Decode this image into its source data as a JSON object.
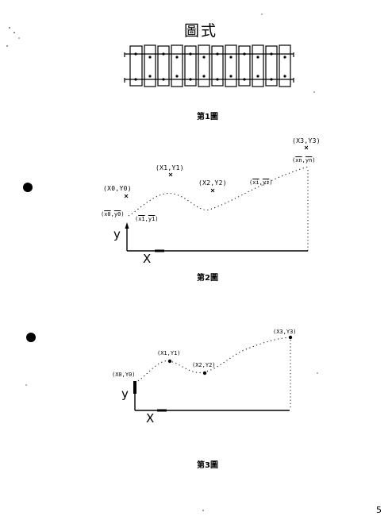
{
  "page": {
    "title": "圖式",
    "page_number": "5"
  },
  "figure1": {
    "caption": "第1圖"
  },
  "figure2": {
    "caption": "第2圖",
    "points": {
      "p0": "(X0,Y0)",
      "p1": "(X1,Y1)",
      "p2": "(X2,Y2)",
      "p3": "(X3,Y3)"
    },
    "means": {
      "m0_x": "x0",
      "m0_y": "y0",
      "m1_x": "x1",
      "m1_y": "y1",
      "mi_x": "xi",
      "mi_y": "yi",
      "mn_x": "xn",
      "mn_y": "yn"
    },
    "axis_x": "X",
    "axis_y": "y"
  },
  "figure3": {
    "caption": "第3圖",
    "points": {
      "p0": "(X0,Y0)",
      "p1": "(X1,Y1)",
      "p2": "(X2,Y2)",
      "p3": "(X3,Y3)"
    },
    "axis_x": "X",
    "axis_y": "y"
  }
}
